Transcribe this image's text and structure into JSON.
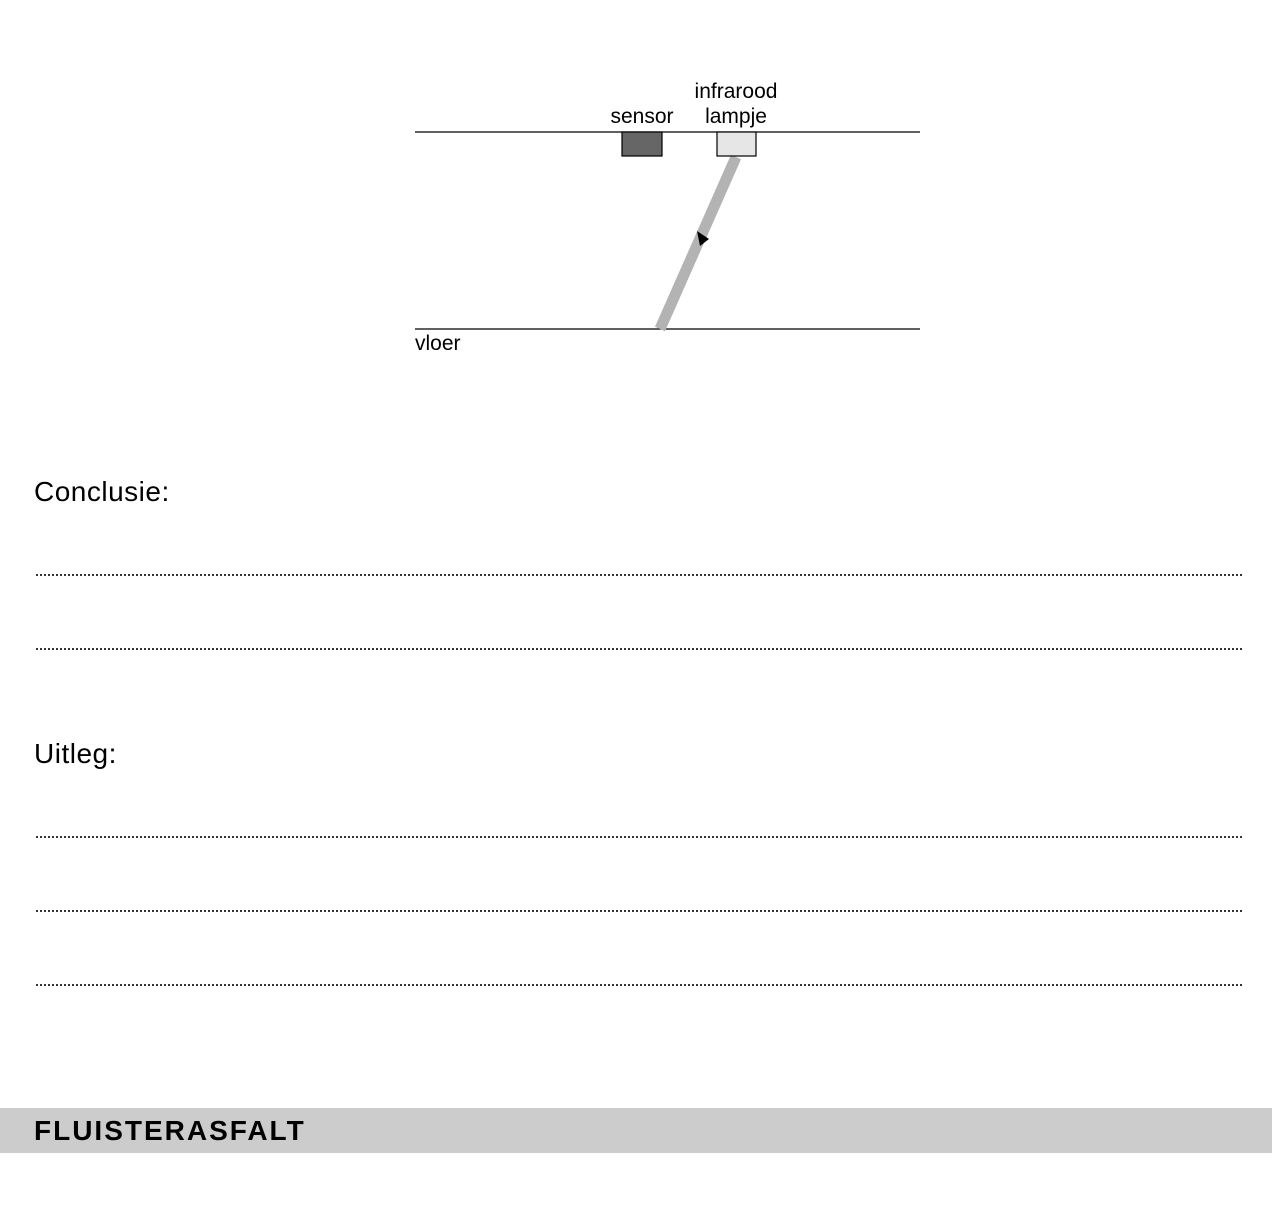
{
  "diagram": {
    "sensor_label": "sensor",
    "lamp_label_line1": "infrarood",
    "lamp_label_line2": "lampje",
    "floor_label": "vloer",
    "colors": {
      "sensor": "#666666",
      "lamp": "#e6e6e6",
      "beam": "#b3b3b3"
    }
  },
  "conclusion": {
    "label": "Conclusie:"
  },
  "explanation": {
    "label": "Uitleg:"
  },
  "section": {
    "title": "FLUISTERASFALT",
    "bar_color": "#cccccc"
  }
}
